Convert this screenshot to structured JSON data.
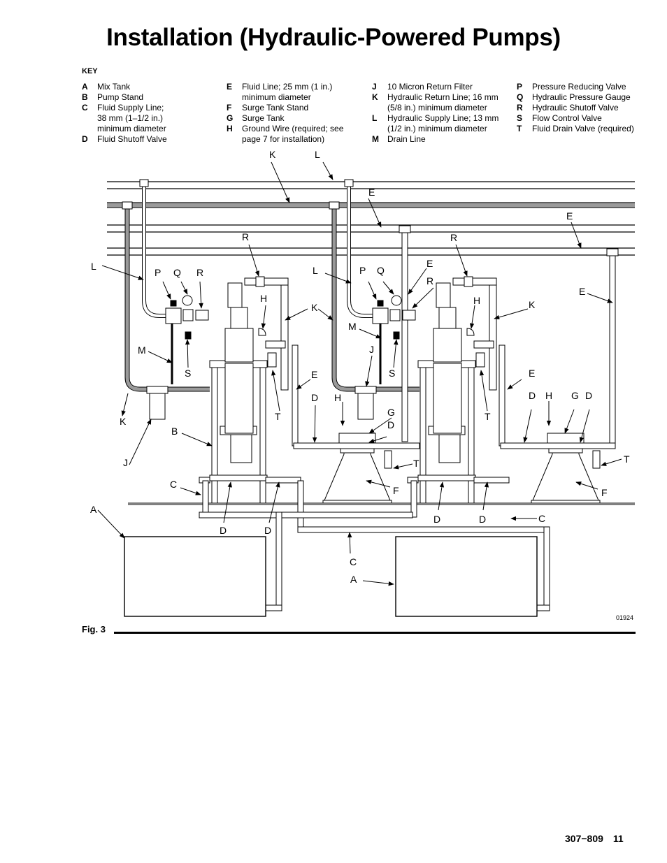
{
  "page": {
    "title": "Installation (Hydraulic-Powered Pumps)",
    "key_heading": "KEY",
    "figure_label": "Fig. 3",
    "figure_number": "01924",
    "doc_number": "307−809",
    "page_number": "11"
  },
  "key": {
    "col1": [
      {
        "letter": "A",
        "text": "Mix Tank"
      },
      {
        "letter": "B",
        "text": "Pump Stand"
      },
      {
        "letter": "C",
        "text": "Fluid Supply Line; 38 mm (1–1/2 in.) minimum diameter"
      },
      {
        "letter": "D",
        "text": "Fluid Shutoff Valve"
      }
    ],
    "col2": [
      {
        "letter": "E",
        "text": "Fluid Line; 25 mm (1 in.) minimum diameter"
      },
      {
        "letter": "F",
        "text": "Surge Tank Stand"
      },
      {
        "letter": "G",
        "text": "Surge Tank"
      },
      {
        "letter": "H",
        "text": "Ground Wire (required; see page 7 for installation)"
      }
    ],
    "col3": [
      {
        "letter": "J",
        "text": "10 Micron Return Filter"
      },
      {
        "letter": "K",
        "text": "Hydraulic Return Line; 16 mm (5/8 in.) minimum diameter"
      },
      {
        "letter": "L",
        "text": "Hydraulic Supply Line; 13 mm (1/2 in.) minimum diameter"
      },
      {
        "letter": "M",
        "text": "Drain Line"
      }
    ],
    "col4": [
      {
        "letter": "P",
        "text": "Pressure Reducing Valve"
      },
      {
        "letter": "Q",
        "text": "Hydraulic Pressure Gauge"
      },
      {
        "letter": "R",
        "text": "Hydraulic Shutoff Valve"
      },
      {
        "letter": "S",
        "text": "Flow Control Valve"
      },
      {
        "letter": "T",
        "text": "Fluid Drain Valve (required)"
      }
    ]
  },
  "callouts": {
    "K": "K",
    "L": "L",
    "E": "E",
    "R": "R",
    "P": "P",
    "Q": "Q",
    "H": "H",
    "M": "M",
    "S": "S",
    "J": "J",
    "T": "T",
    "D": "D",
    "G": "G",
    "B": "B",
    "C": "C",
    "A": "A",
    "F": "F"
  }
}
